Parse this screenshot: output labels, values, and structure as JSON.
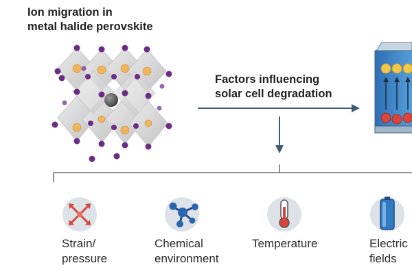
{
  "title": {
    "line1": "Ion migration in",
    "line2": "metal halide perovskite"
  },
  "arrow_label": {
    "line1": "Factors influencing",
    "line2": "solar cell degradation"
  },
  "factors": [
    {
      "line1": "Strain/",
      "line2": "pressure",
      "icon": "strain-icon"
    },
    {
      "line1": "Chemical",
      "line2": "environment",
      "icon": "molecule-icon"
    },
    {
      "line1": "Temperature",
      "line2": "",
      "icon": "thermometer-icon"
    },
    {
      "line1": "Electric",
      "line2": "fields",
      "icon": "battery-icon"
    }
  ],
  "colors": {
    "arrow": "#3d5a73",
    "octahedron": "#d4d4d4",
    "halide": "#6b2c84",
    "a_cation": "#5a5a5a",
    "b_cation": "#f0b45c",
    "icon_bg": "#dde2e8",
    "device_blue": "#3a86c8",
    "electron": "#f2c74a",
    "hole": "#d9453a"
  }
}
